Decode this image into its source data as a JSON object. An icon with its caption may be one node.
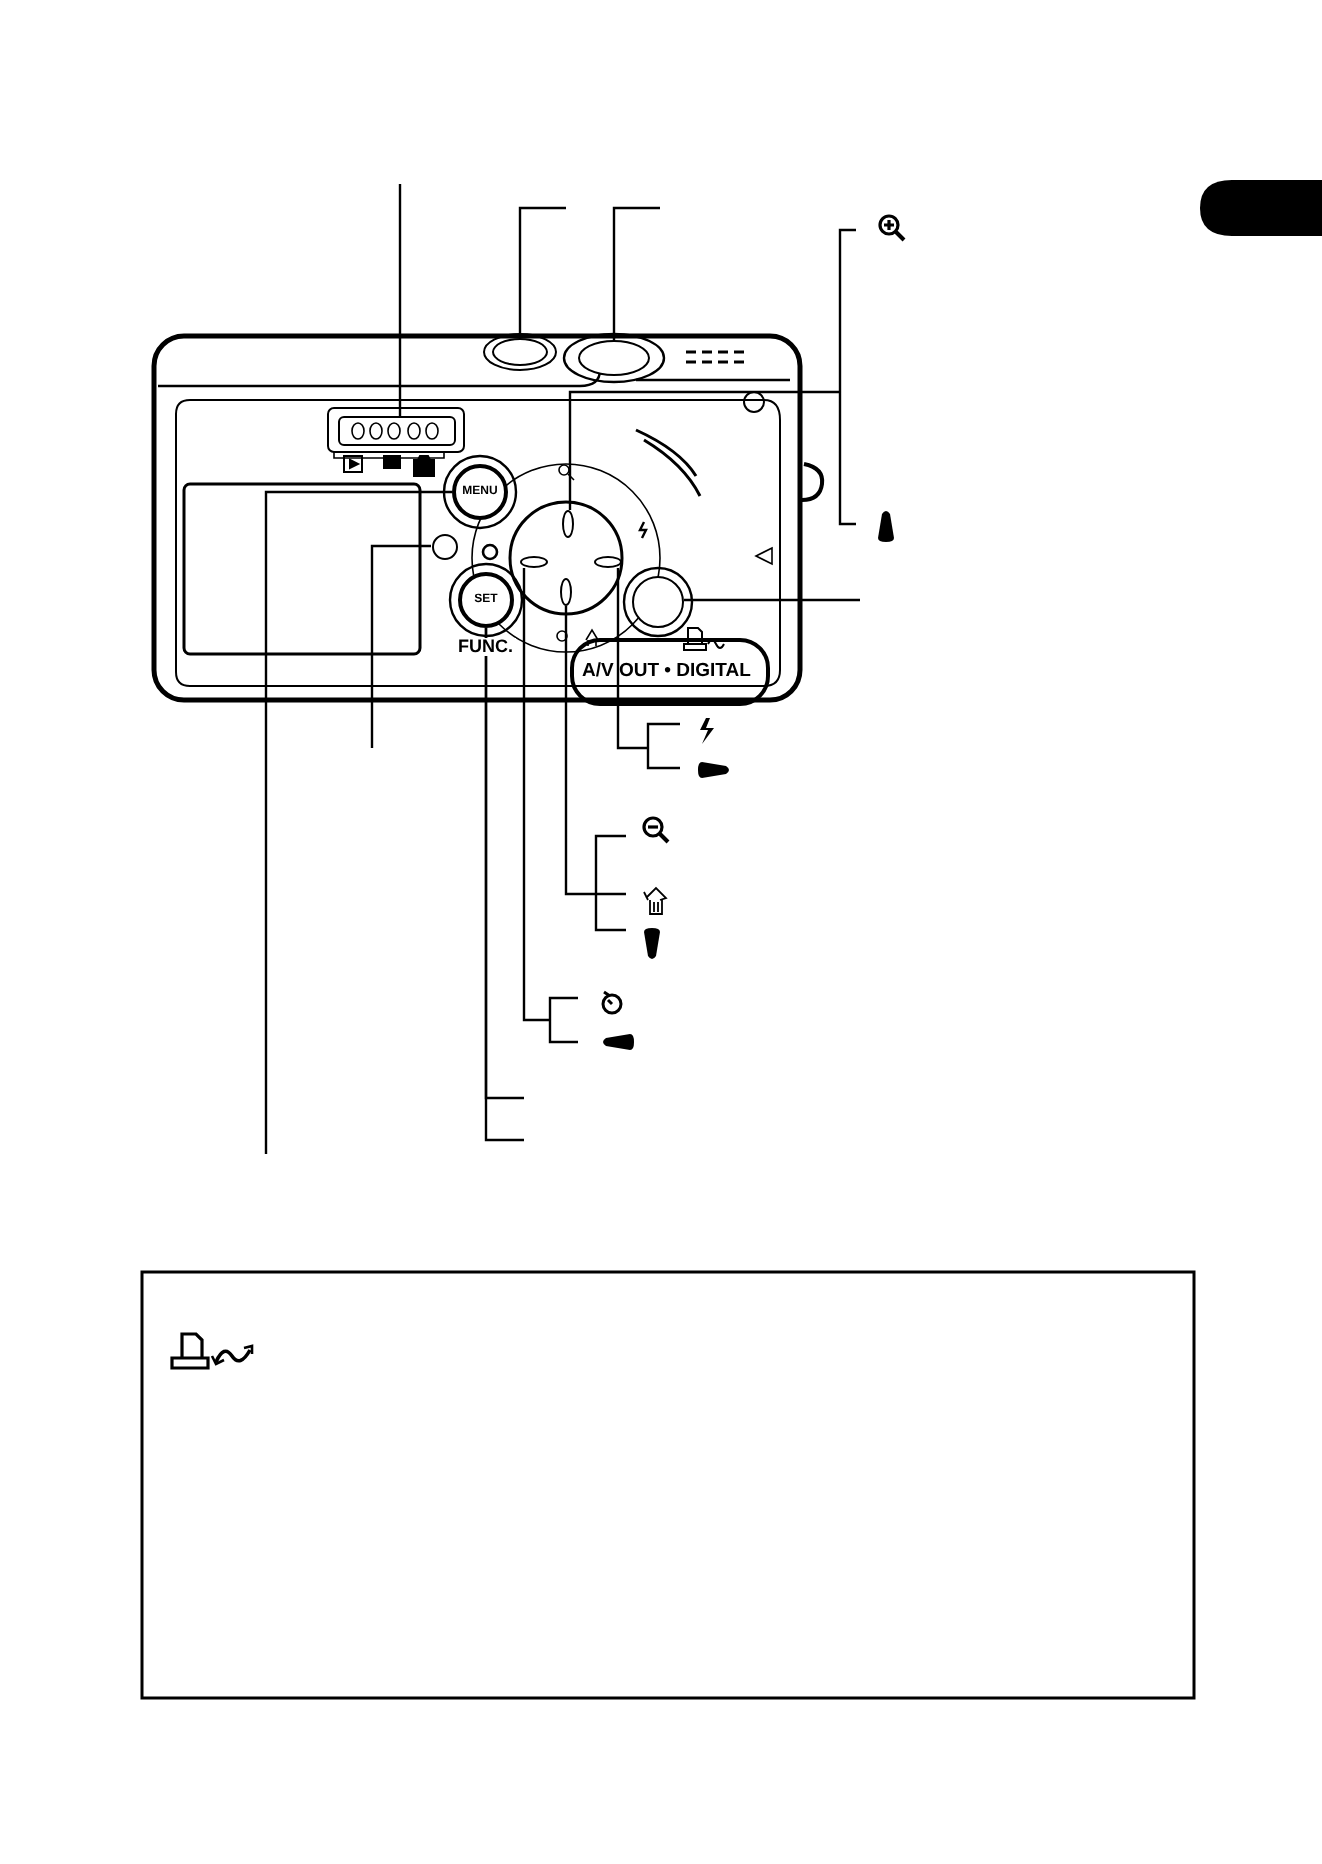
{
  "diagram": {
    "nodes": [
      {
        "text": [],
        "shape": "box"
      },
      {
        "text": [],
        "shape": "circle"
      },
      {
        "text": [],
        "shape": "circle"
      },
      {
        "text": [],
        "shape": "circle"
      },
      {
        "text": [
          "MENU"
        ]
      },
      {
        "text": [],
        "shape": "circle"
      },
      {
        "text": [],
        "shape": "circle"
      },
      {
        "text": [],
        "shape": "circle"
      },
      {
        "text": [],
        "shape": "circle"
      },
      {
        "text": [
          "SET"
        ],
        "beside": [
          "FUNC."
        ]
      },
      {
        "text": [],
        "shape": "circle"
      }
    ],
    "edges": [
      {
        "from": null,
        "to": 0,
        "arrow": "none"
      },
      {
        "from": null,
        "to": 1,
        "arrow": "none"
      },
      {
        "from": null,
        "to": 2,
        "arrow": "none"
      },
      {
        "from": null,
        "to": 3,
        "arrow": "none"
      },
      {
        "from": null,
        "to": 10,
        "arrow": "none"
      },
      {
        "from": null,
        "to": 4,
        "arrow": "none"
      },
      {
        "from": null,
        "to": 5,
        "arrow": "none"
      },
      {
        "from": null,
        "to": 9,
        "arrow": "none"
      },
      {
        "from": null,
        "to": 9,
        "arrow": "none"
      },
      {
        "from": null,
        "to": 6,
        "arrow": "none"
      },
      {
        "from": null,
        "to": 7,
        "arrow": "none"
      },
      {
        "from": null,
        "to": 8,
        "arrow": "none"
      }
    ],
    "labels": [
      "A/V OUT • DIGITAL"
    ]
  }
}
